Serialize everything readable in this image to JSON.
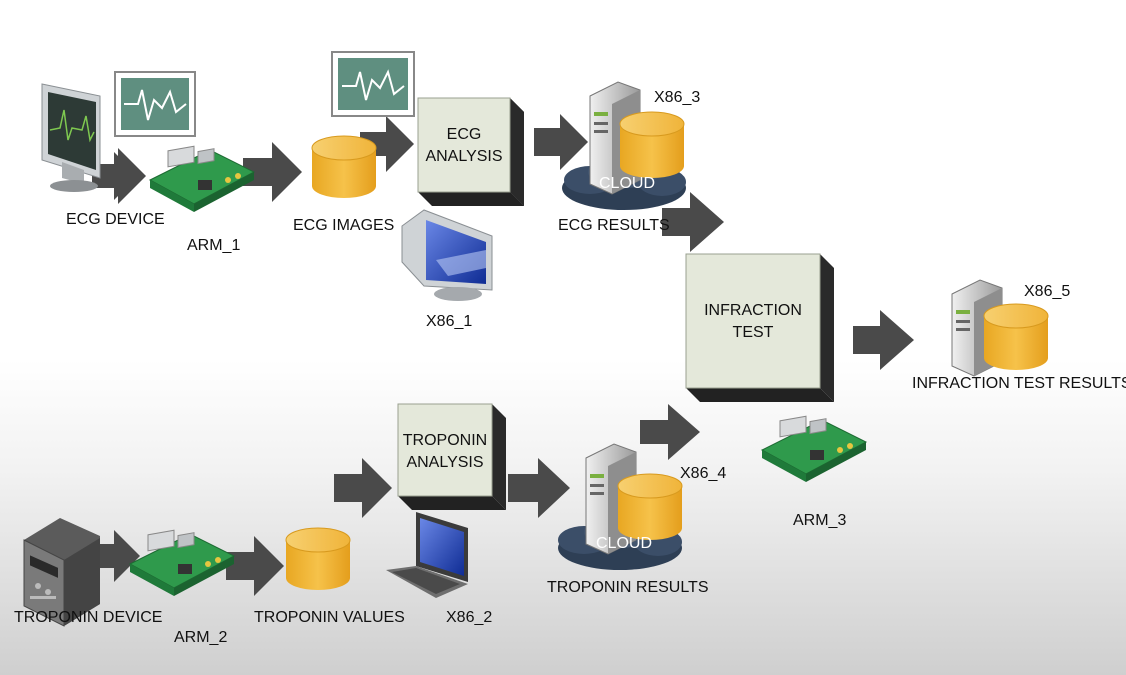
{
  "labels": {
    "ecg_device": "ECG DEVICE",
    "arm_1": "ARM_1",
    "ecg_images": "ECG IMAGES",
    "x86_1": "X86_1",
    "ecg_analysis_line1": "ECG",
    "ecg_analysis_line2": "ANALYSIS",
    "x86_3": "X86_3",
    "cloud_1": "CLOUD",
    "ecg_results": "ECG RESULTS",
    "infraction_test_line1": "INFRACTION",
    "infraction_test_line2": "TEST",
    "x86_5": "X86_5",
    "infraction_test_results": "INFRACTION TEST RESULTS",
    "troponin_analysis_line1": "TROPONIN",
    "troponin_analysis_line2": "ANALYSIS",
    "x86_4": "X86_4",
    "cloud_2": "CLOUD",
    "troponin_results": "TROPONIN RESULTS",
    "arm_3": "ARM_3",
    "troponin_device": "TROPONIN DEVICE",
    "arm_2": "ARM_2",
    "troponin_values": "TROPONIN VALUES",
    "x86_2": "X86_2"
  },
  "colors": {
    "arrow": "#4a4a4a",
    "database": "#f2b630",
    "box_face": "#e4e8da",
    "box_side": "#333333",
    "board": "#2f9a4c",
    "cloud": "#2e3f55",
    "ecg_screen": "#5f8f80",
    "monitor_screen": "#1f3fa8"
  },
  "icons": [
    "ecg-monitor-icon",
    "waveform-icon",
    "raspberry-board-icon",
    "database-icon",
    "server-icon",
    "cloud-icon",
    "monitor-icon",
    "laptop-icon",
    "troponin-device-icon"
  ]
}
